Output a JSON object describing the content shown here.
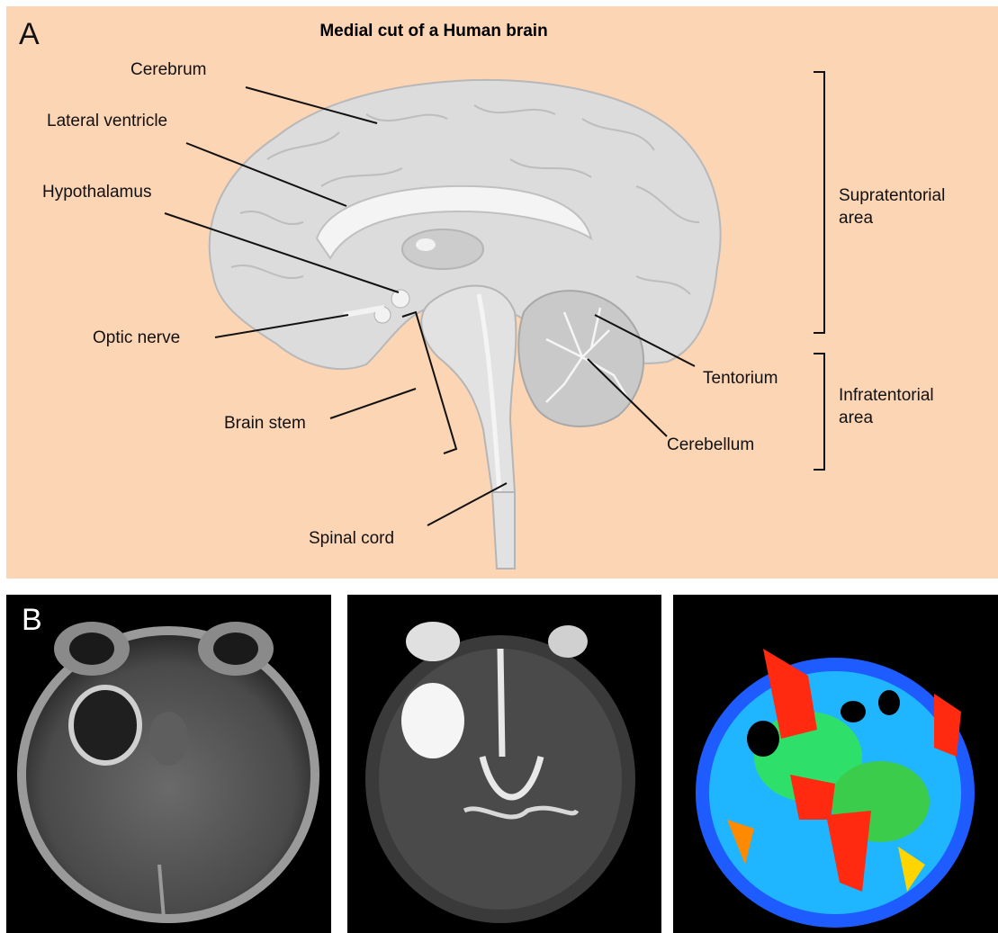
{
  "panel_a": {
    "letter": "A",
    "title": "Medial cut of a Human brain",
    "labels": {
      "cerebrum": "Cerebrum",
      "lateral_ventricle": "Lateral ventricle",
      "hypothalamus": "Hypothalamus",
      "optic_nerve": "Optic nerve",
      "brain_stem": "Brain stem",
      "spinal_cord": "Spinal cord",
      "tentorium": "Tentorium",
      "cerebellum": "Cerebellum"
    },
    "areas": {
      "supratentorial_line1": "Supratentorial",
      "supratentorial_line2": "area",
      "infratentorial_line1": "Infratentorial",
      "infratentorial_line2": "area"
    },
    "colors": {
      "background": "#fcd5b5",
      "brain": "#d9d9d9",
      "label_line": "#111111"
    }
  },
  "panel_b": {
    "letter": "B",
    "images": [
      "mri-t1-contrast",
      "mri-diffusion",
      "mri-perfusion-colormap"
    ]
  }
}
